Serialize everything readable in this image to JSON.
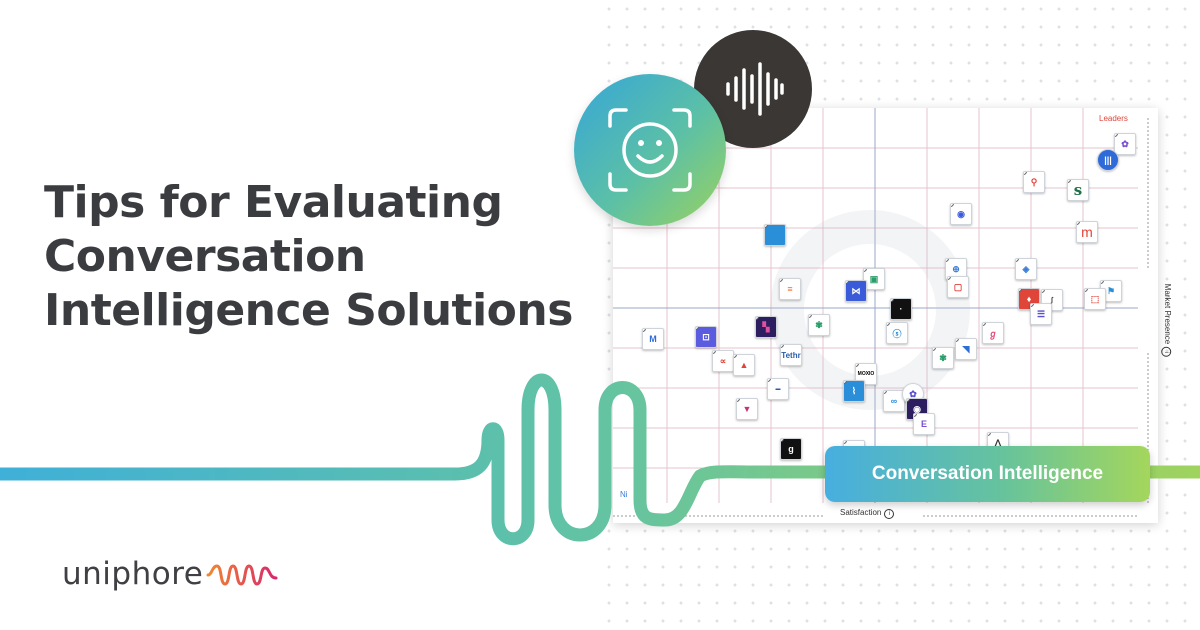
{
  "headline": {
    "line1": "Tips for Evaluating",
    "line2": "Conversation",
    "line3": "Intelligence Solutions"
  },
  "chart": {
    "leaders_label": "Leaders",
    "niche_label": "Ni",
    "x_axis_label": "Satisfaction",
    "y_axis_label": "Market Presence",
    "info_symbol": "i",
    "vendor_logos": [
      {
        "text": "M",
        "color": "#2f6bd8"
      },
      {
        "text": "Tethr",
        "color": "#2a5ca8"
      },
      {
        "text": "s",
        "color": "#1f6f4a"
      },
      {
        "text": "m",
        "color": "#e0453a"
      },
      {
        "text": "MOXIO",
        "color": "#222222"
      },
      {
        "text": "g",
        "color": "#ffffff"
      },
      {
        "text": "E",
        "color": "#7a4fd0"
      }
    ]
  },
  "badge": {
    "label": "Conversation Intelligence"
  },
  "brand": {
    "name": "uniphore"
  },
  "colors": {
    "headline": "#3a3c40",
    "accent_blue": "#36a6d8",
    "accent_green": "#9bd25e",
    "brand_wave_start": "#f28a2e",
    "brand_wave_end": "#d6246e"
  }
}
